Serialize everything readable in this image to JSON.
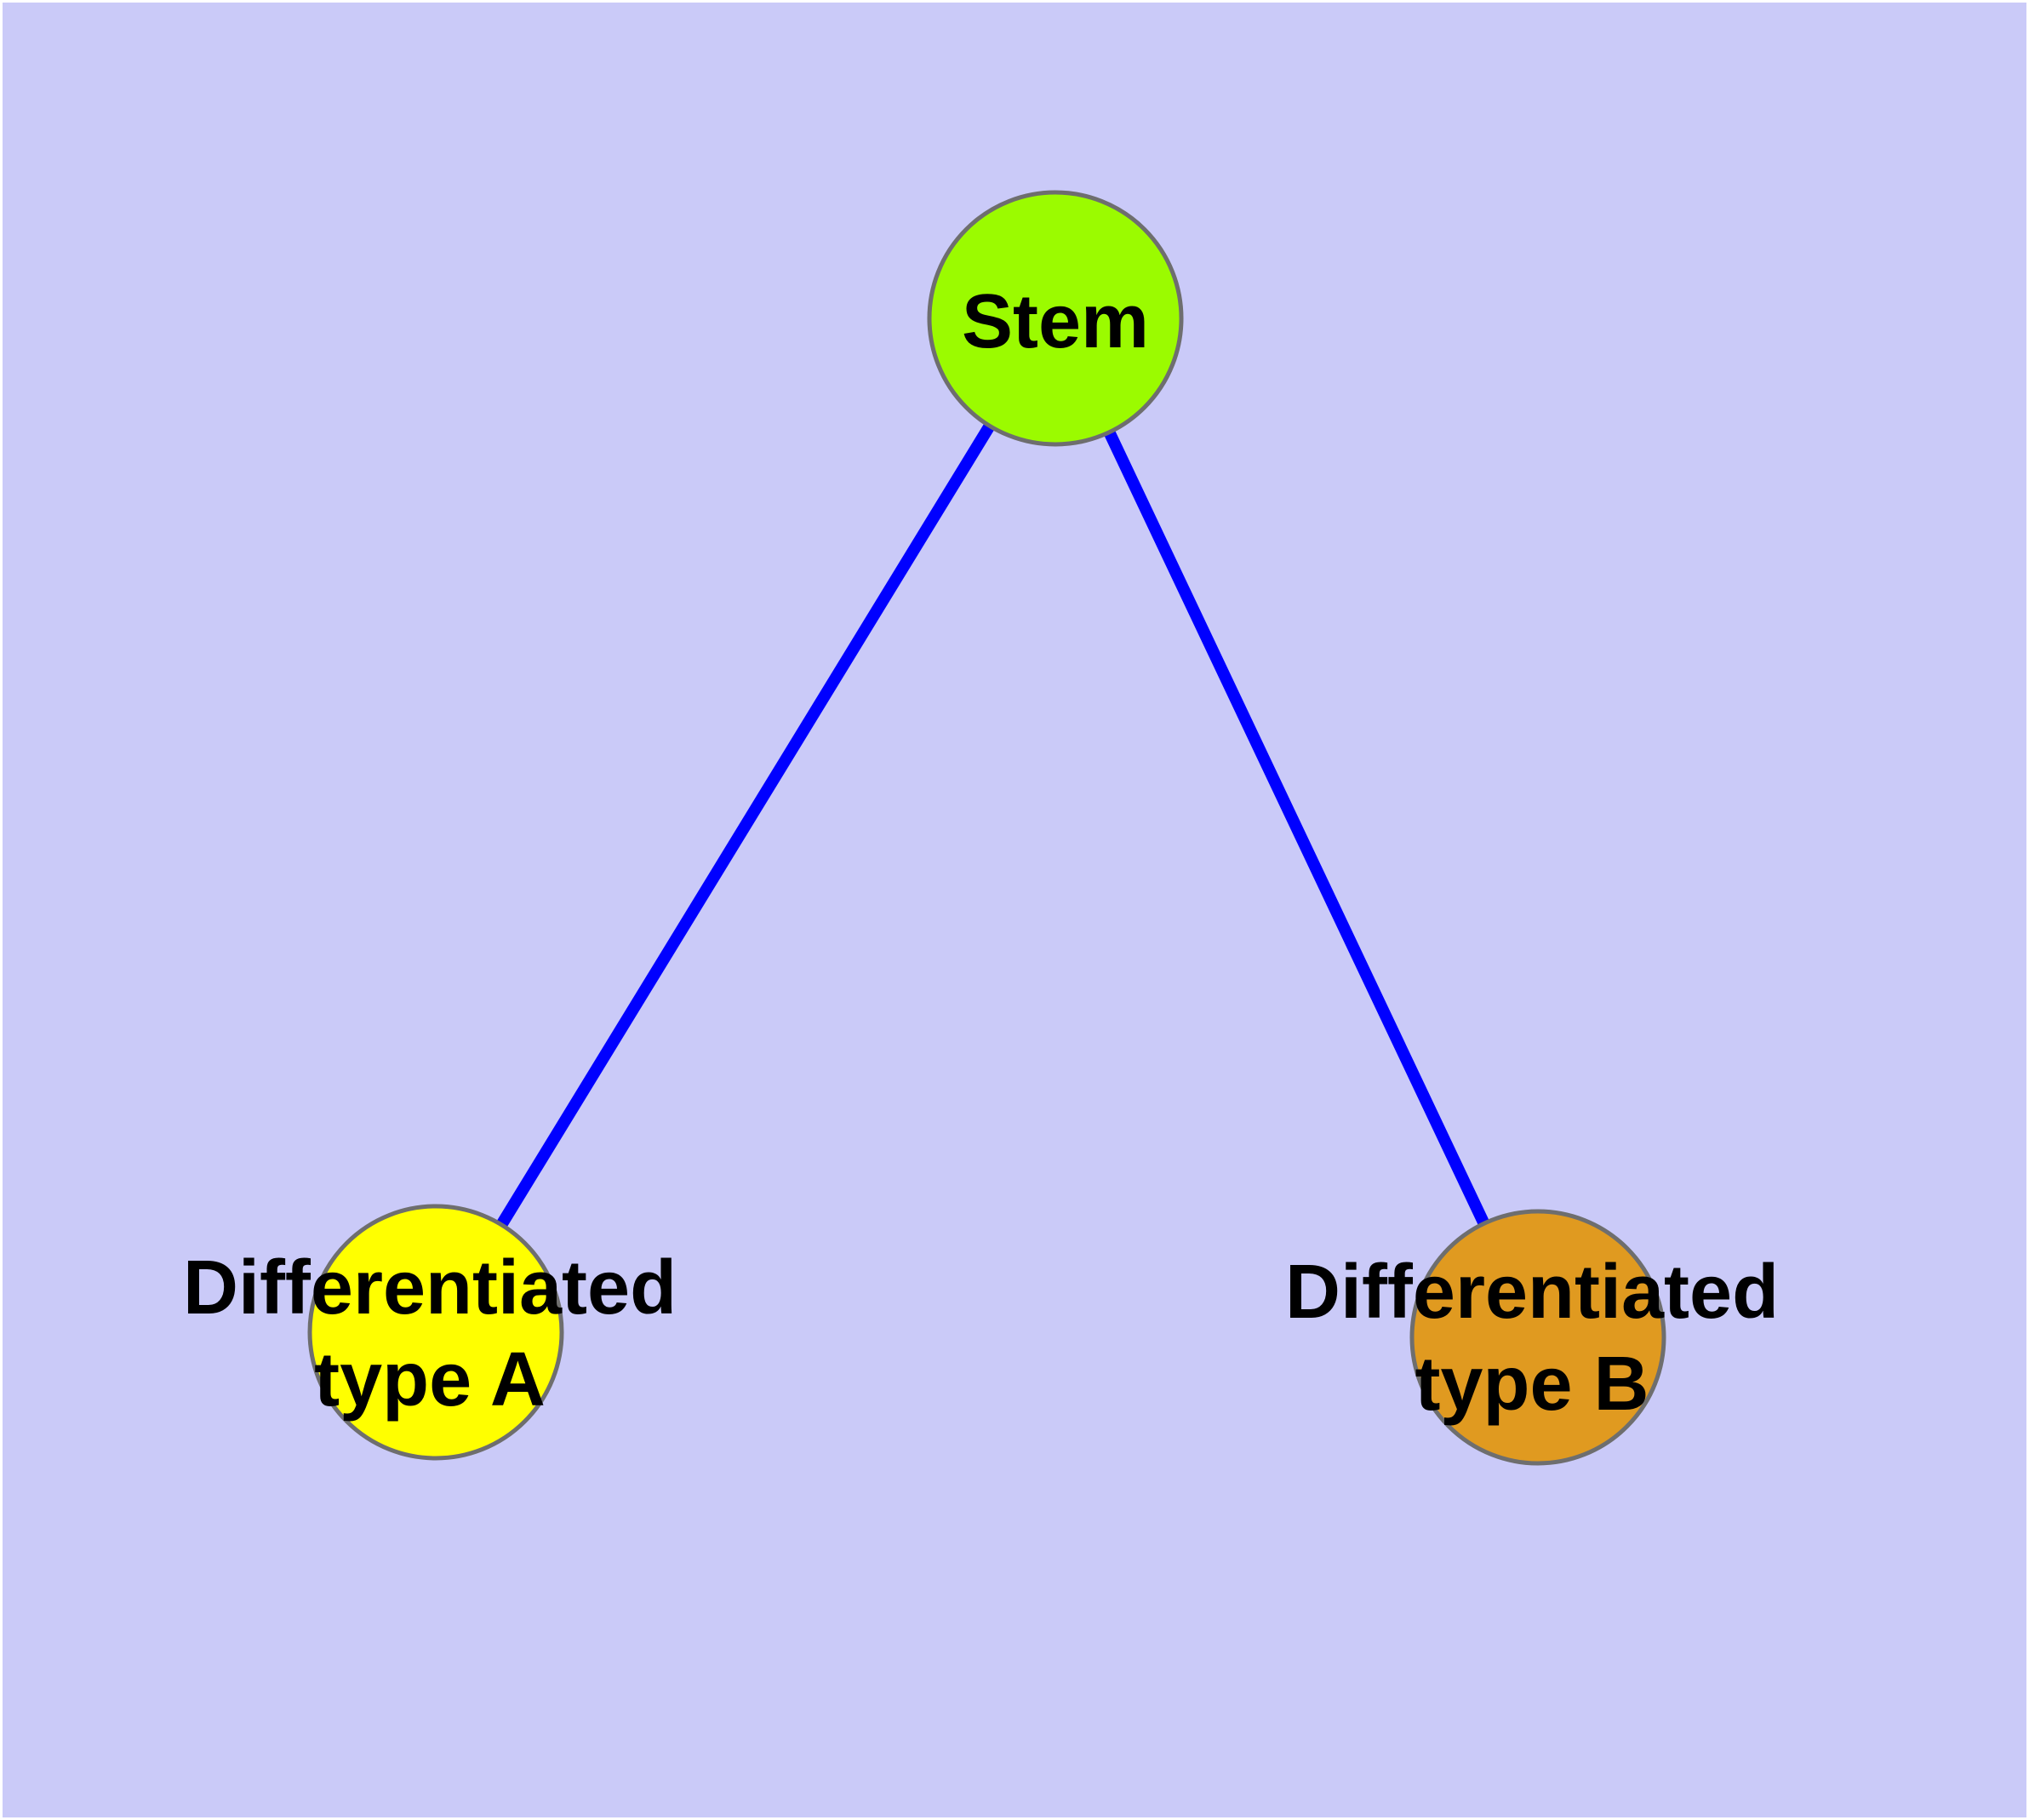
{
  "diagram": {
    "type": "node-link-graph",
    "background_color": "#cacaf8",
    "frame_color": "#ffffff",
    "edge_color": "#0000ff",
    "node_border_color": "#6e6e6e",
    "nodes": [
      {
        "id": "stem",
        "label": "Stem",
        "color": "#9bfb00",
        "shape": "circle"
      },
      {
        "id": "type-a",
        "label": "Differentiated\ntype A",
        "color": "#ffff00",
        "shape": "circle"
      },
      {
        "id": "type-b",
        "label": "Differentiated\ntype B",
        "color": "#e09a20",
        "shape": "circle"
      }
    ],
    "edges": [
      {
        "from": "Stem",
        "to": "Differentiated type A"
      },
      {
        "from": "Stem",
        "to": "Differentiated type B"
      }
    ]
  }
}
